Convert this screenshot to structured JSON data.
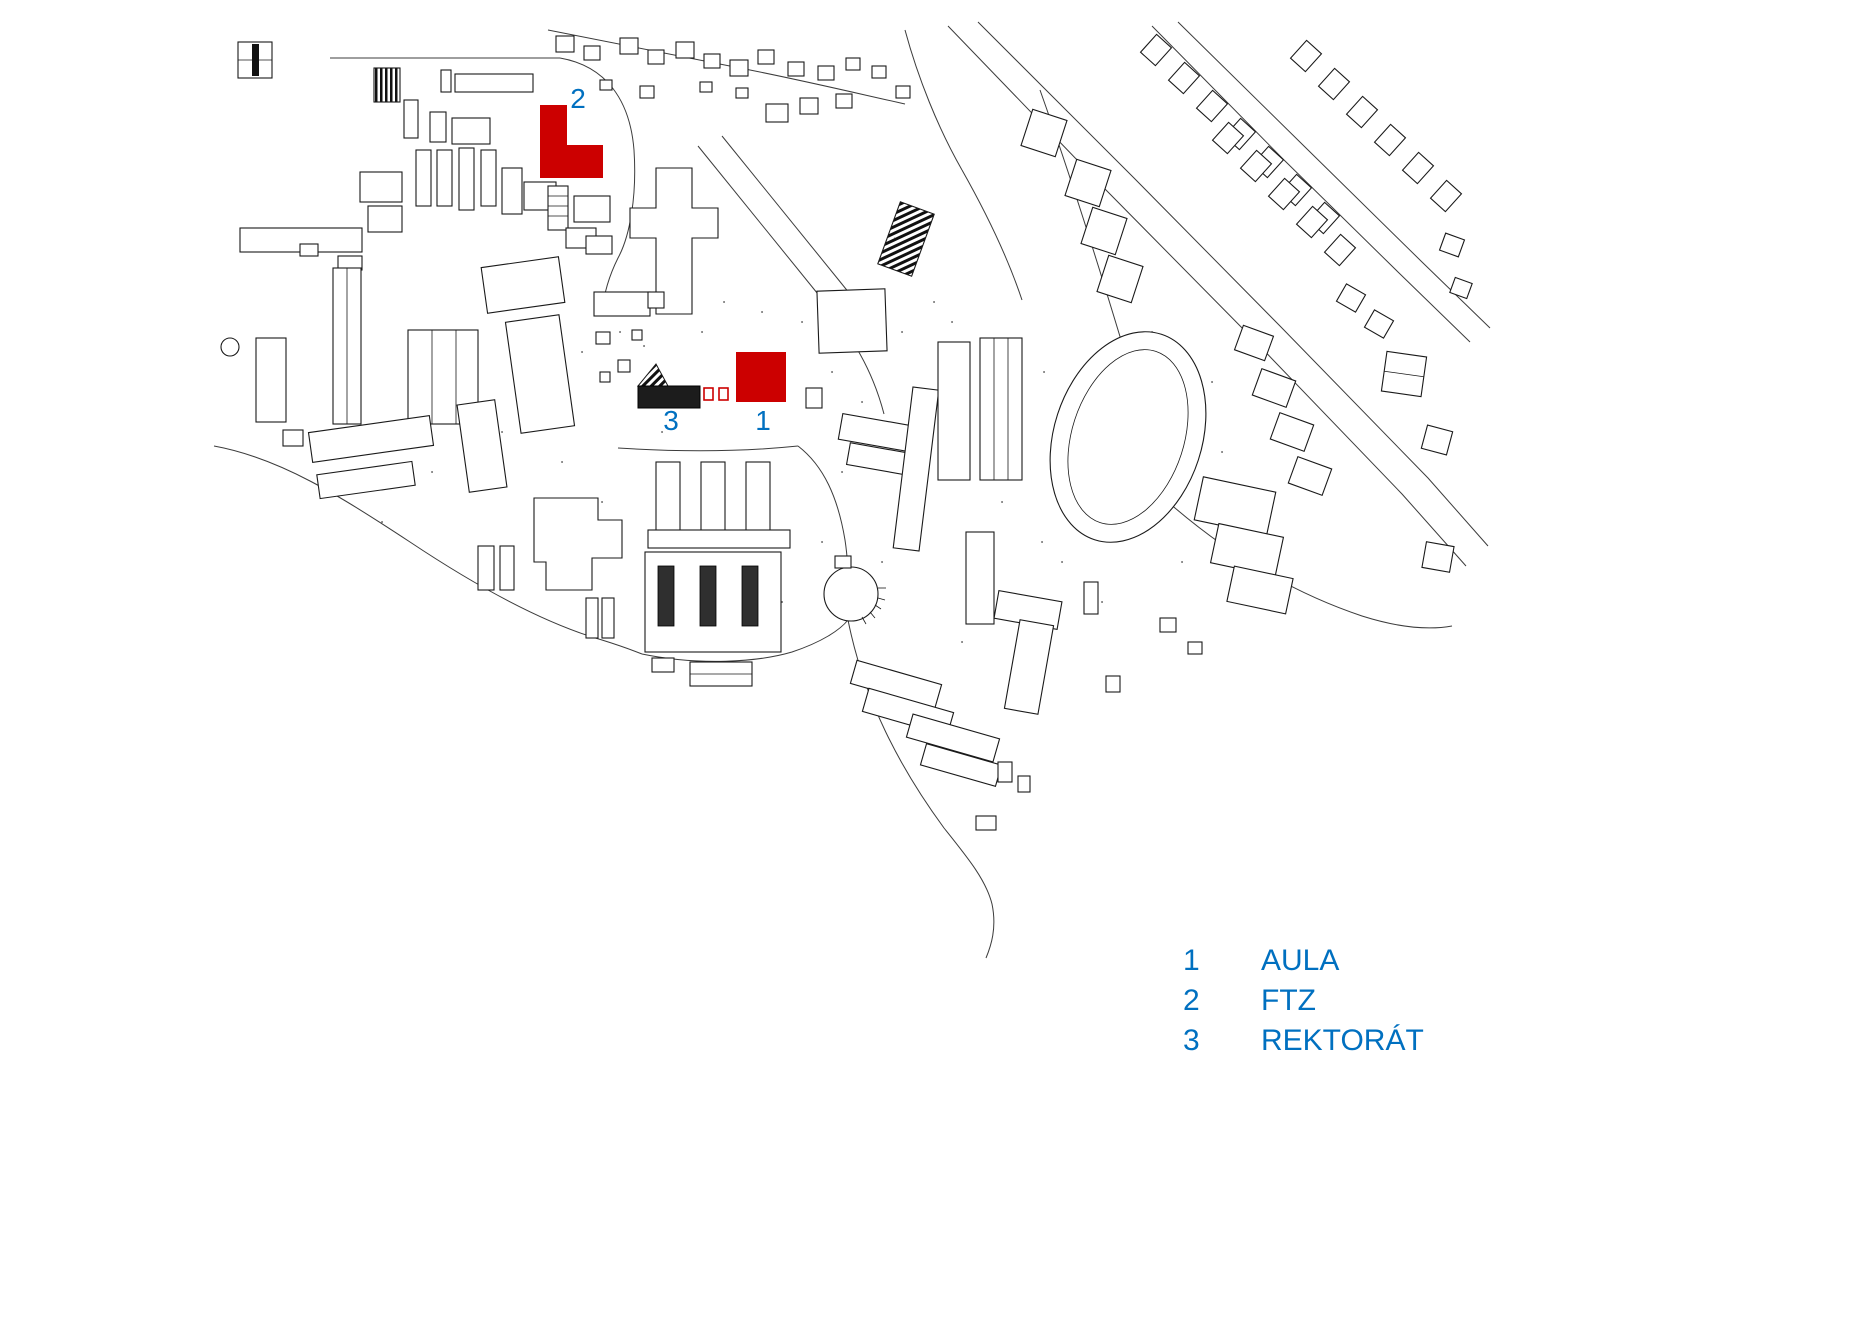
{
  "map": {
    "markers": [
      {
        "label": "1"
      },
      {
        "label": "2"
      },
      {
        "label": "3"
      }
    ],
    "colors": {
      "highlight_red": "#cc0000",
      "label_blue": "#0070c0",
      "line_black": "#1a1a1a"
    }
  },
  "legend": {
    "items": [
      {
        "num": "1",
        "label": "AULA"
      },
      {
        "num": "2",
        "label": "FTZ"
      },
      {
        "num": "3",
        "label": "REKTORÁT"
      }
    ]
  }
}
